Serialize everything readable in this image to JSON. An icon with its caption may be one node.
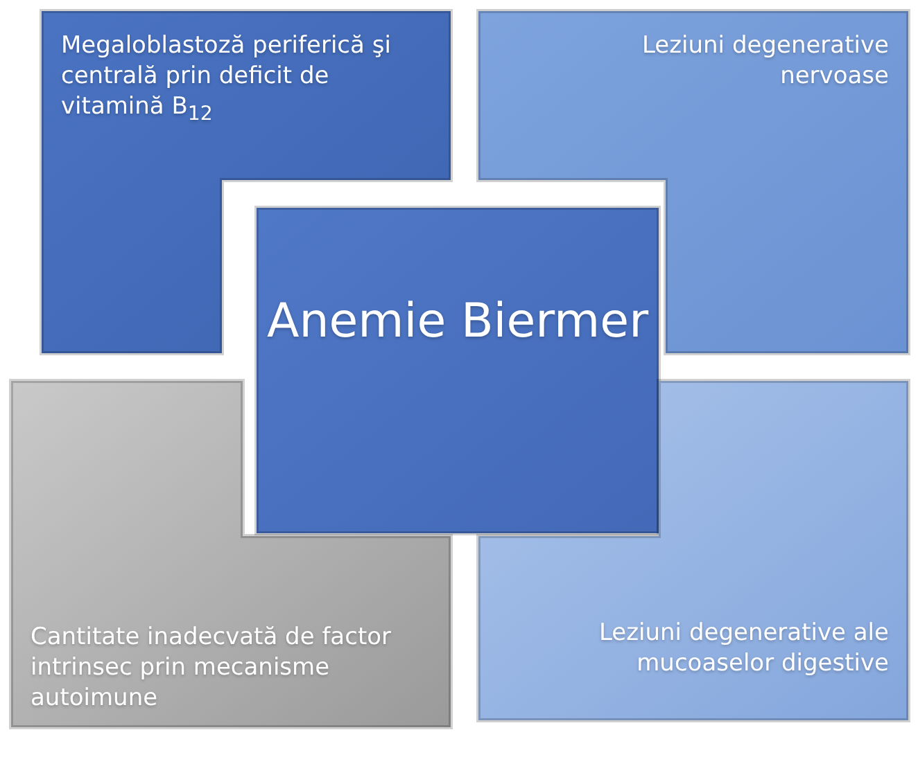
{
  "diagram": {
    "nodes": [
      {
        "text": [
          "Megaloblastoză periferică şi centrală prin deficit de vitamină B$_{12}$"
        ]
      },
      {
        "text": [
          "Leziuni degenerative nervoase"
        ]
      },
      {
        "text": [
          "Anemie Biermer"
        ]
      },
      {
        "text": [
          "Cantitate inadecvată de factor intrinsec prin mecanisme autoimune"
        ]
      },
      {
        "text": [
          "Leziuni degenerative ale mucoaselor digestive"
        ]
      }
    ]
  }
}
